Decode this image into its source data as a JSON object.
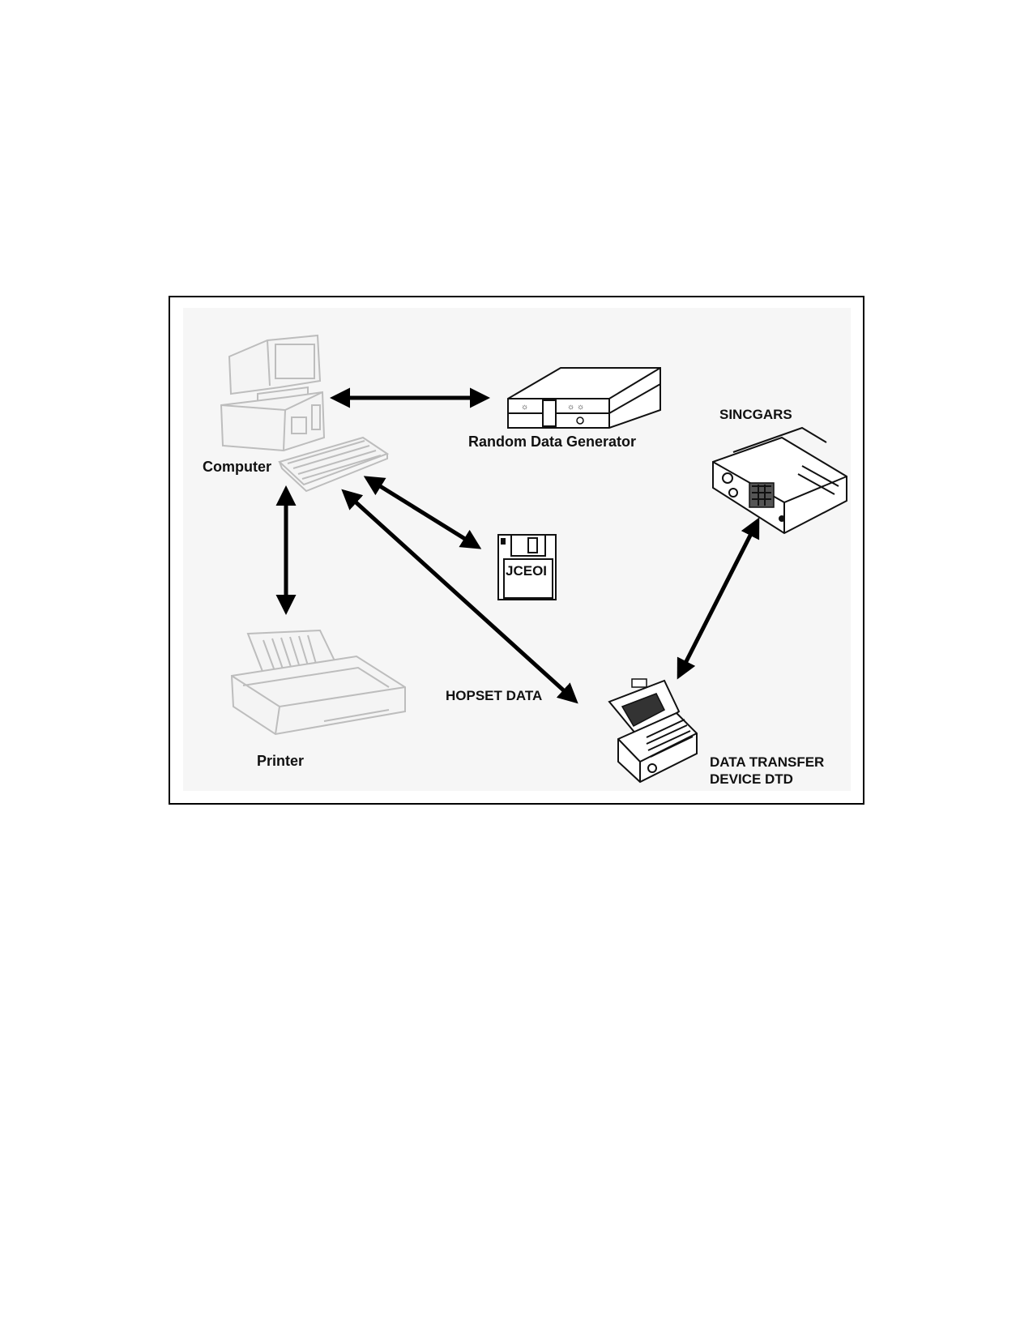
{
  "labels": {
    "computer": "Computer",
    "random_data_generator": "Random Data Generator",
    "sincgars": "SINCGARS",
    "floppy": "JCEOI",
    "printer": "Printer",
    "hopset_data": "HOPSET DATA",
    "dtd_line1": "DATA TRANSFER",
    "dtd_line2": "DEVICE DTD"
  },
  "icons": {
    "computer": "computer-icon",
    "random_data_generator": "random-data-generator-icon",
    "floppy": "floppy-disk-icon",
    "printer": "printer-icon",
    "sincgars": "radio-icon",
    "dtd": "data-transfer-device-icon"
  },
  "colors": {
    "frame": "#000000",
    "panel": "#f6f6f6",
    "faint": "#bdbdbd",
    "ink": "#111111"
  }
}
